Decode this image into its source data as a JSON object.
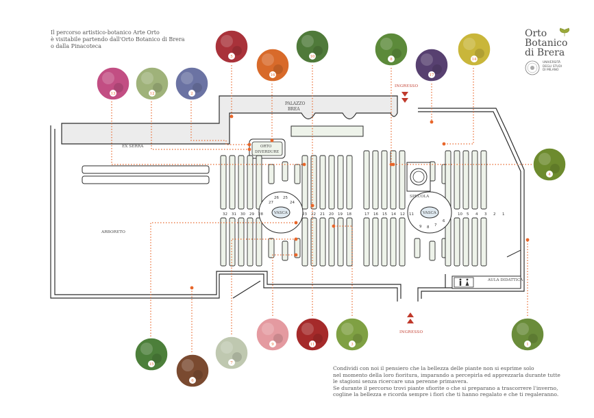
{
  "intro_text": [
    "Il percorso artistico-botanico Arte Orto",
    "è visitabile partendo dall'Orto Botanico di Brera",
    "o dalla Pinacoteca"
  ],
  "logo": {
    "title_lines": [
      "Orto",
      "Botanico",
      "di Brera"
    ],
    "university_lines": [
      "UNIVERSITÀ",
      "DEGLI STUDI",
      "DI MILANO"
    ]
  },
  "map_labels": {
    "palazzo": [
      "PALAZZO",
      "BREA"
    ],
    "ex_serra": "EX SERRA",
    "orto_diverdure": [
      "ORTO",
      "DIVERDURE"
    ],
    "arboreto": "ARBORETO",
    "specola": "SPECOLA",
    "vasca": "VASCA",
    "aula_didattica": "AULA DIDATTICA",
    "ingresso": "INGRESSO"
  },
  "bed_numbers_left": [
    "32",
    "31",
    "30",
    "29",
    "28",
    "23",
    "22",
    "21",
    "20",
    "19",
    "18"
  ],
  "bed_numbers_left_vasca": [
    "26",
    "25",
    "27",
    "24"
  ],
  "bed_numbers_right": [
    "17",
    "16",
    "15",
    "14",
    "12",
    "11",
    "10",
    "5",
    "4",
    "3",
    "2",
    "1"
  ],
  "bed_numbers_right_vasca": [
    "9",
    "8",
    "7",
    "6"
  ],
  "plant_circles": [
    {
      "num": "13",
      "fill": "#c24e83"
    },
    {
      "num": "12",
      "fill": "#9fb27a"
    },
    {
      "num": "2",
      "fill": "#6b73a3"
    },
    {
      "num": "5",
      "fill": "#a9323a"
    },
    {
      "num": "16",
      "fill": "#d86a2a"
    },
    {
      "num": "10",
      "fill": "#4f7a3a"
    },
    {
      "num": "8",
      "fill": "#5c8a3a"
    },
    {
      "num": "17",
      "fill": "#574070"
    },
    {
      "num": "14",
      "fill": "#c9b63a"
    },
    {
      "num": "4",
      "fill": "#6d8b2e"
    },
    {
      "num": "15",
      "fill": "#4c7f3a"
    },
    {
      "num": "6",
      "fill": "#7a4a30"
    },
    {
      "num": "7",
      "fill": "#bfc8b0"
    },
    {
      "num": "9",
      "fill": "#e49aa0"
    },
    {
      "num": "11",
      "fill": "#a52a2a"
    },
    {
      "num": "3",
      "fill": "#7fa043"
    },
    {
      "num": "1",
      "fill": "#6a8c3a"
    }
  ],
  "footer_text": [
    "Condividi con noi il pensiero che la bellezza delle piante non si esprime solo",
    "nel momento della loro fioritura, imparando a percepirla ed apprezzarla durante tutte",
    "le stagioni senza ricercare una perenne primavera.",
    "Se durante il percorso trovi piante sfiorite o che si preparano a trascorrere l'inverno,",
    "cogline la bellezza e ricorda sempre i fiori che ti hanno regalato e che ti regaleranno."
  ],
  "colors": {
    "accent": "#e8662a",
    "ingresso": "#c0392b",
    "outline": "#2b2b2b",
    "bed_fill": "#eef3ea",
    "building_fill": "#ececec"
  }
}
